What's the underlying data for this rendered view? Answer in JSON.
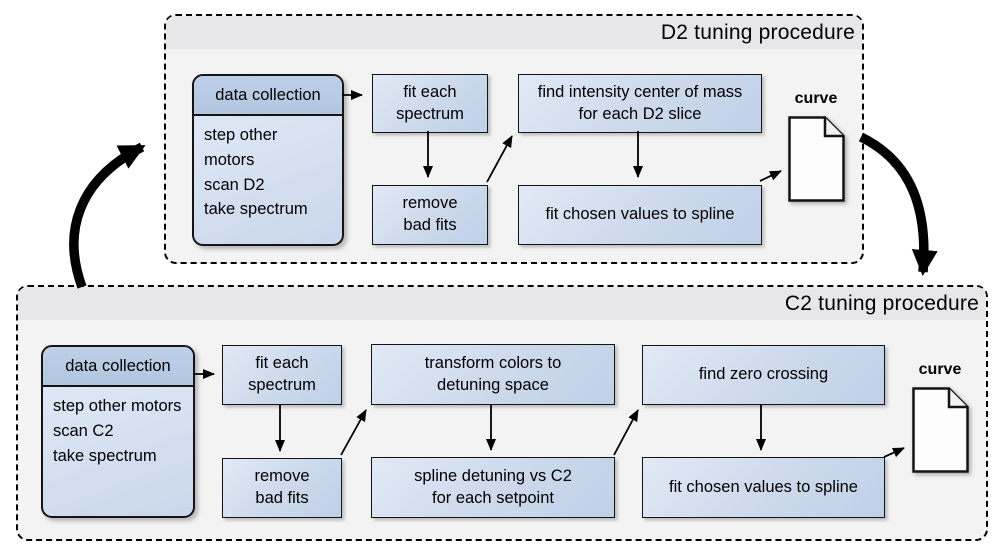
{
  "colors": {
    "canvas_bg": "#ffffff",
    "container_bg": "#f3f3f4",
    "container_titlebar_bg": "#e7e7e9",
    "box_gradient_light": "#e1e9f5",
    "box_gradient_dark": "#bfd0e7",
    "box_header_bg": "#b7cae3",
    "box_border": "#141414",
    "arrow_color": "#000000",
    "doc_fill": "#fdfdfd"
  },
  "d2": {
    "title": "D2 tuning procedure",
    "data_collection": {
      "header": "data collection",
      "body": "step other motors\nscan D2\ntake spectrum"
    },
    "boxes": {
      "fit_each_spectrum": "fit each\nspectrum",
      "remove_bad_fits": "remove\nbad fits",
      "find_intensity": "find intensity center of mass\nfor each D2 slice",
      "fit_chosen": "fit chosen values to spline"
    },
    "output": {
      "label": "curve"
    }
  },
  "c2": {
    "title": "C2 tuning procedure",
    "data_collection": {
      "header": "data collection",
      "body": "step other motors\nscan C2\ntake spectrum"
    },
    "boxes": {
      "fit_each_spectrum": "fit each\nspectrum",
      "remove_bad_fits": "remove\nbad fits",
      "transform_colors": "transform colors to\ndetuning space",
      "spline_detuning": "spline detuning vs C2\nfor each setpoint",
      "find_zero_crossing": "find zero crossing",
      "fit_chosen": "fit chosen values to spline"
    },
    "output": {
      "label": "curve"
    }
  }
}
